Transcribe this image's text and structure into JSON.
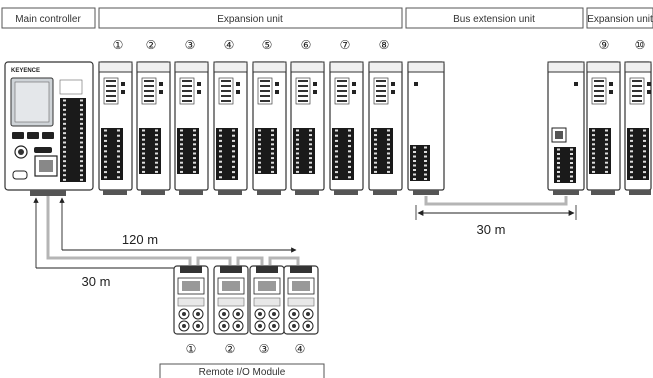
{
  "headers": {
    "main_controller": "Main controller",
    "expansion_unit": "Expansion unit",
    "bus_extension_unit": "Bus extension unit",
    "expansion_unit_right": "Expansion unit"
  },
  "brand": "KEYENCE",
  "expansion_numbers": [
    "①",
    "②",
    "③",
    "④",
    "⑤",
    "⑥",
    "⑦",
    "⑧"
  ],
  "expansion_numbers_right": [
    "⑨",
    "⑩"
  ],
  "remote_numbers": [
    "①",
    "②",
    "③",
    "④"
  ],
  "distances": {
    "bus_extension": "30 m",
    "long_link": "120 m",
    "short_link": "30 m"
  },
  "remote_label": "Remote I/O Module",
  "colors": {
    "cable": "#b5b5b5",
    "device_outline": "#333333",
    "terminal": "#1a1a1a"
  }
}
